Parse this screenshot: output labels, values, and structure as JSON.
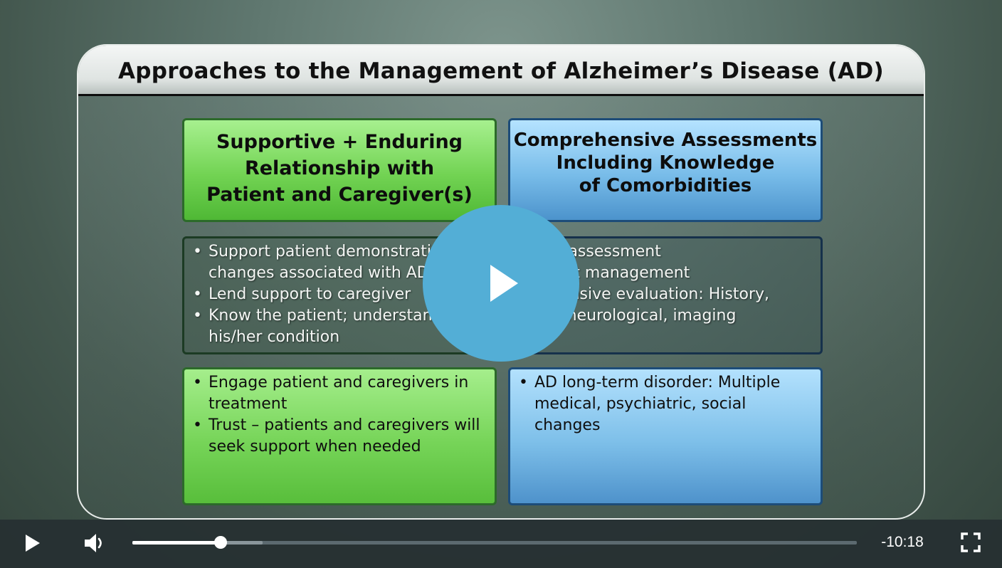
{
  "slide": {
    "title": "Approaches to the Management of Alzheimer’s Disease (AD)",
    "left_header_lines": [
      "Supportive + Enduring",
      "Relationship with",
      "Patient and Caregiver(s)"
    ],
    "right_header_lines": [
      "Comprehensive Assessments",
      "Including Knowledge",
      "of Comorbidities"
    ],
    "mid_left_bullets": [
      [
        "Support patient demonstratin",
        "changes associated with AD"
      ],
      [
        "Lend support to caregiver"
      ],
      [
        "Know the patient; understand",
        "his/her condition"
      ]
    ],
    "mid_right_bullets": [
      [
        "itial assessment"
      ],
      [
        "ghout management"
      ],
      [
        "rehensive evaluation: History,",
        "cal, neurological, imaging"
      ]
    ],
    "bottom_left_bullets": [
      [
        "Engage patient and caregivers in",
        "treatment"
      ],
      [
        "Trust – patients and caregivers will",
        "seek support when needed"
      ]
    ],
    "bottom_right_bullets": [
      [
        "AD long-term disorder: Multiple",
        "medical, psychiatric, social changes"
      ]
    ]
  },
  "player": {
    "time_remaining": "-10:18",
    "progress_fraction": 0.122,
    "buffered_fraction": 0.18,
    "icons": {
      "big_play": "play-icon",
      "play": "play-icon",
      "volume": "speaker-icon",
      "fullscreen": "fullscreen-icon"
    },
    "colors": {
      "accent": "#53aed6",
      "control_bar": "#263032"
    }
  }
}
